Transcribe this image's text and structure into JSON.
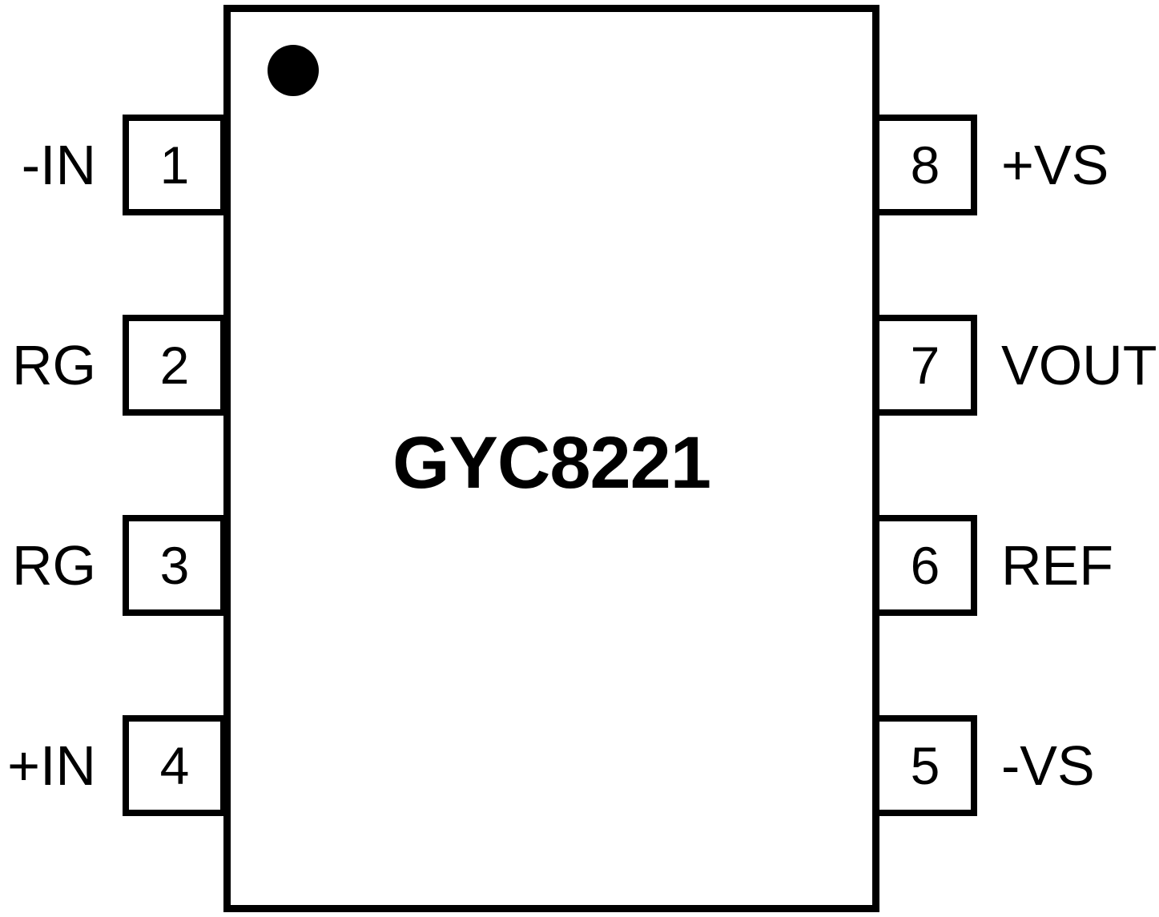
{
  "colors": {
    "line": "#000000",
    "background": "#ffffff",
    "text": "#000000"
  },
  "chip": {
    "name": "GYC8221",
    "pin1_indicator_icon": "filled-circle"
  },
  "pins": {
    "left": [
      {
        "number": "1",
        "label": "-IN"
      },
      {
        "number": "2",
        "label": "RG"
      },
      {
        "number": "3",
        "label": "RG"
      },
      {
        "number": "4",
        "label": "+IN"
      }
    ],
    "right": [
      {
        "number": "8",
        "label": "+VS"
      },
      {
        "number": "7",
        "label": "VOUT"
      },
      {
        "number": "6",
        "label": "REF"
      },
      {
        "number": "5",
        "label": "-VS"
      }
    ]
  }
}
